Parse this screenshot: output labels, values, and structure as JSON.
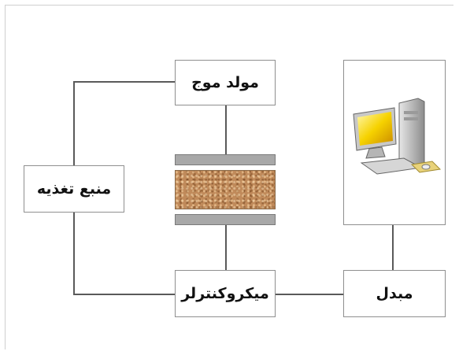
{
  "diagram": {
    "wave_generator_label": "مولد موج",
    "power_supply_label": "منبع تغذیه",
    "microcontroller_label": "میکروکنترلر",
    "converter_label": "مبدل"
  }
}
